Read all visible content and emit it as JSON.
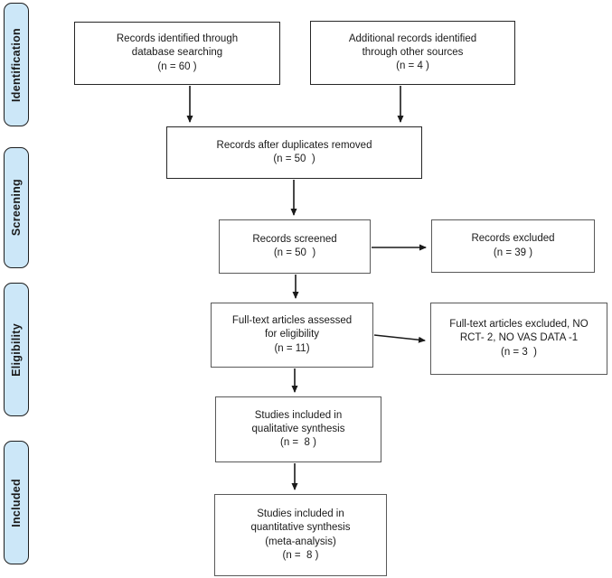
{
  "colors": {
    "stage_fill": "#cce7f8",
    "stage_border": "#1f1f1f",
    "box_border_dark": "#262626",
    "box_border_gray": "#595959",
    "arrow": "#1a1a1a",
    "text": "#1a1a1a"
  },
  "stages": [
    {
      "label": "Identification"
    },
    {
      "label": "Screening"
    },
    {
      "label": "Eligibility"
    },
    {
      "label": "Included"
    }
  ],
  "boxes": [
    {
      "lines": [
        "Records identified through",
        "database searching",
        "(n = 60 )"
      ]
    },
    {
      "lines": [
        "Additional records identified",
        "through other sources",
        "(n = 4 )"
      ]
    },
    {
      "lines": [
        "Records after duplicates removed",
        "(n = 50  )"
      ]
    },
    {
      "lines": [
        "Records screened",
        "(n = 50  )"
      ]
    },
    {
      "lines": [
        "Records excluded",
        "(n = 39 )"
      ]
    },
    {
      "lines": [
        "Full-text articles assessed",
        "for eligibility",
        "(n = 11)"
      ]
    },
    {
      "lines": [
        "Full-text articles excluded, NO",
        "RCT- 2, NO VAS DATA -1",
        "(n = 3  )"
      ]
    },
    {
      "lines": [
        "Studies included in",
        "qualitative synthesis",
        "(n =  8 )"
      ]
    },
    {
      "lines": [
        "Studies included in",
        "quantitative synthesis",
        "(meta-analysis)",
        "(n =  8 )"
      ]
    }
  ]
}
